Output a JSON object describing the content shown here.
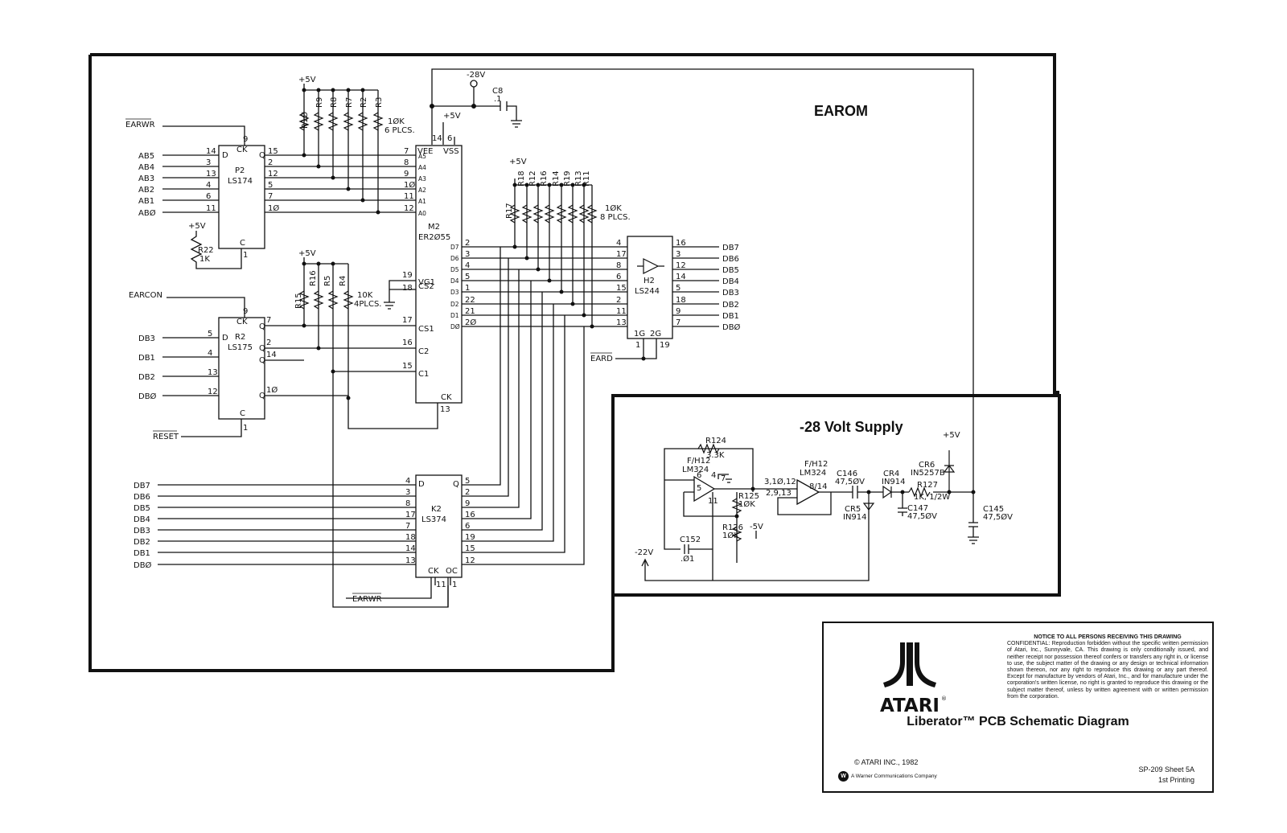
{
  "sections": {
    "earom": "EAROM",
    "supply": "-28 Volt Supply"
  },
  "signals": {
    "earwr": "EARWR",
    "earcon": "EARCON",
    "reset": "RESET",
    "eard": "EARD",
    "earwr_bottom": "EARWR"
  },
  "supplies": {
    "p5v": "+5V",
    "m28v": "-28V",
    "m22v": "-22V",
    "m5v": "-5V"
  },
  "chips": {
    "p2": {
      "ref": "P2",
      "part": "LS174"
    },
    "r2": {
      "ref": "R2",
      "part": "LS175"
    },
    "m2": {
      "ref": "M2",
      "part": "ER2Ø55"
    },
    "h2": {
      "ref": "H2",
      "part": "LS244"
    },
    "k2": {
      "ref": "K2",
      "part": "LS374"
    },
    "op1": {
      "ref": "F/H12",
      "part": "LM324"
    },
    "op2": {
      "ref": "F/H12",
      "part": "LM324"
    }
  },
  "address_inputs": [
    "AB5",
    "AB4",
    "AB3",
    "AB2",
    "AB1",
    "ABØ"
  ],
  "p2_in_pins": [
    "14",
    "3",
    "13",
    "4",
    "6",
    "11"
  ],
  "p2_out_pins": [
    "15",
    "2",
    "12",
    "5",
    "7",
    "1Ø"
  ],
  "m2_addr_pins": [
    "7",
    "8",
    "9",
    "1Ø",
    "11",
    "12"
  ],
  "m2_addr_labels": [
    "A5",
    "A4",
    "A3",
    "A2",
    "A1",
    "A0"
  ],
  "r2_inputs": [
    "DB3",
    "DB1",
    "DB2",
    "DBØ"
  ],
  "r2_in_pins": [
    "5",
    "4",
    "13",
    "12"
  ],
  "m2_data_labels": [
    "D7",
    "D6",
    "D5",
    "D4",
    "D3",
    "D2",
    "D1",
    "DØ"
  ],
  "m2_data_pins": [
    "2",
    "3",
    "4",
    "5",
    "1",
    "22",
    "21",
    "2Ø"
  ],
  "h2_in_pins": [
    "4",
    "17",
    "8",
    "6",
    "15",
    "2",
    "11",
    "13"
  ],
  "h2_out_pins": [
    "16",
    "3",
    "12",
    "14",
    "5",
    "18",
    "9",
    "7"
  ],
  "h2_outputs": [
    "DB7",
    "DB6",
    "DB5",
    "DB4",
    "DB3",
    "DB2",
    "DB1",
    "DBØ"
  ],
  "k2_inputs": [
    "DB7",
    "DB6",
    "DB5",
    "DB4",
    "DB3",
    "DB2",
    "DB1",
    "DBØ"
  ],
  "k2_in_pins": [
    "4",
    "3",
    "8",
    "17",
    "7",
    "18",
    "14",
    "13"
  ],
  "k2_out_pins": [
    "5",
    "2",
    "9",
    "16",
    "6",
    "19",
    "15",
    "12"
  ],
  "resistors_top": [
    "R1Ø",
    "R9",
    "R8",
    "R7",
    "R2",
    "R3"
  ],
  "resistors_top_note": [
    "1ØK",
    "6 PLCS."
  ],
  "resistors_mid": [
    "R15",
    "R16",
    "R5",
    "R4"
  ],
  "resistors_mid_note": [
    "10K",
    "4PLCS."
  ],
  "resistors_right": [
    "R17",
    "R18",
    "R12",
    "R16",
    "R14",
    "R19",
    "R13",
    "R11"
  ],
  "resistors_right_note": [
    "1ØK",
    "8 PLCS."
  ],
  "r22": [
    "R22",
    "1K"
  ],
  "c8": [
    "C8",
    ".1"
  ],
  "supply_parts": {
    "r124": [
      "R124",
      "3.3K"
    ],
    "r125": [
      "R125",
      "1ØK"
    ],
    "r126": [
      "R126",
      "1ØK"
    ],
    "c152": [
      "C152",
      ".Ø1"
    ],
    "c146": [
      "C146",
      "47,5ØV"
    ],
    "c147": [
      "C147",
      "47,5ØV"
    ],
    "c145": [
      "C145",
      "47,5ØV"
    ],
    "cr4": [
      "CR4",
      "IN914"
    ],
    "cr5": [
      "CR5",
      "IN914"
    ],
    "cr6": [
      "CR6",
      "IN5257B"
    ],
    "r127": [
      "R127",
      "1K, 1/2W"
    ],
    "op1_pins": [
      "6",
      "5",
      "7",
      "4",
      "11"
    ],
    "op2_pins": [
      "3,1Ø,12",
      "2,9,13",
      "8/14"
    ]
  },
  "title_block": {
    "logo_text": "ATARI",
    "notice_heading": "NOTICE TO ALL PERSONS RECEIVING THIS DRAWING",
    "notice_body": "CONFIDENTIAL: Reproduction forbidden without the specific written permission of Atari, Inc., Sunnyvale, CA. This drawing is only conditionally issued, and neither receipt nor possession thereof confers or transfers any right in, or license to use, the subject matter of the drawing or any design or technical information shown thereon, nor any right to reproduce this drawing or any part thereof. Except for manufacture by vendors of Atari, Inc., and for manufacture under the corporation's written license, no right is granted to reproduce this drawing or the subject matter thereof, unless by written agreement with or written permission from the corporation.",
    "title": "Liberator™ PCB Schematic Diagram",
    "copyright": "© ATARI INC., 1982",
    "warner": "A Warner Communications Company",
    "sheet": "SP-209   Sheet 5A",
    "printing": "1st Printing"
  }
}
